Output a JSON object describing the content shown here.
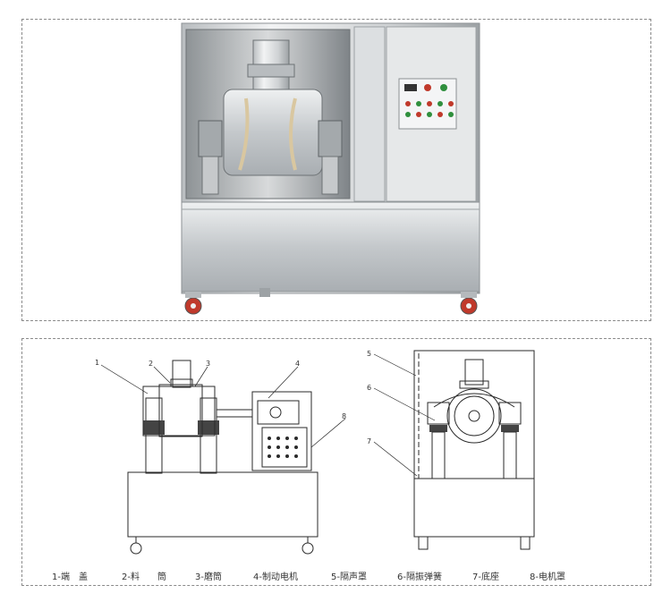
{
  "callout_numbers": [
    "1",
    "2",
    "3",
    "4",
    "5",
    "6",
    "7",
    "8"
  ],
  "legend": [
    {
      "num": "1",
      "text": "1-端　盖"
    },
    {
      "num": "2",
      "text": "2-料　　筒"
    },
    {
      "num": "3",
      "text": "3-磨筒"
    },
    {
      "num": "4",
      "text": "4-制动电机"
    },
    {
      "num": "5",
      "text": "5-隔声罩"
    },
    {
      "num": "6",
      "text": "6-隔振弹簧"
    },
    {
      "num": "7",
      "text": "7-底座"
    },
    {
      "num": "8",
      "text": "8-电机罩"
    }
  ],
  "colors": {
    "steel": "#c9ccce",
    "steel_dark": "#9ea3a6",
    "line": "#2a2a2a",
    "caster": "#c0392b"
  }
}
